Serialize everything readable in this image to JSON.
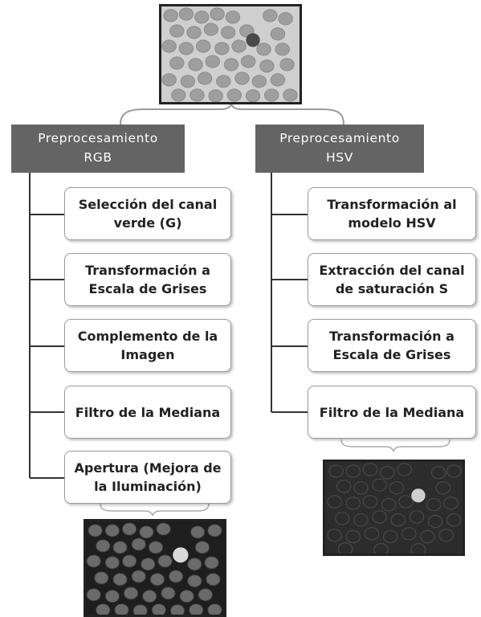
{
  "branches": {
    "rgb": {
      "header": "Preprocesamiento\nRGB",
      "steps": [
        "Selección del canal\nverde (G)",
        "Transformación a\nEscala de Grises",
        "Complemento de la\nImagen",
        "Filtro de la Mediana",
        "Apertura (Mejora de\nla Iluminación)"
      ]
    },
    "hsv": {
      "header": "Preprocesamiento\nHSV",
      "steps": [
        "Transformación al\nmodelo HSV",
        "Extracción del canal\nde saturación S",
        "Transformación a\nEscala de Grises",
        "Filtro de la Mediana"
      ]
    }
  },
  "colors": {
    "header_bg": "#646464",
    "line": "#333333",
    "bracket": "#9a9a9a"
  }
}
